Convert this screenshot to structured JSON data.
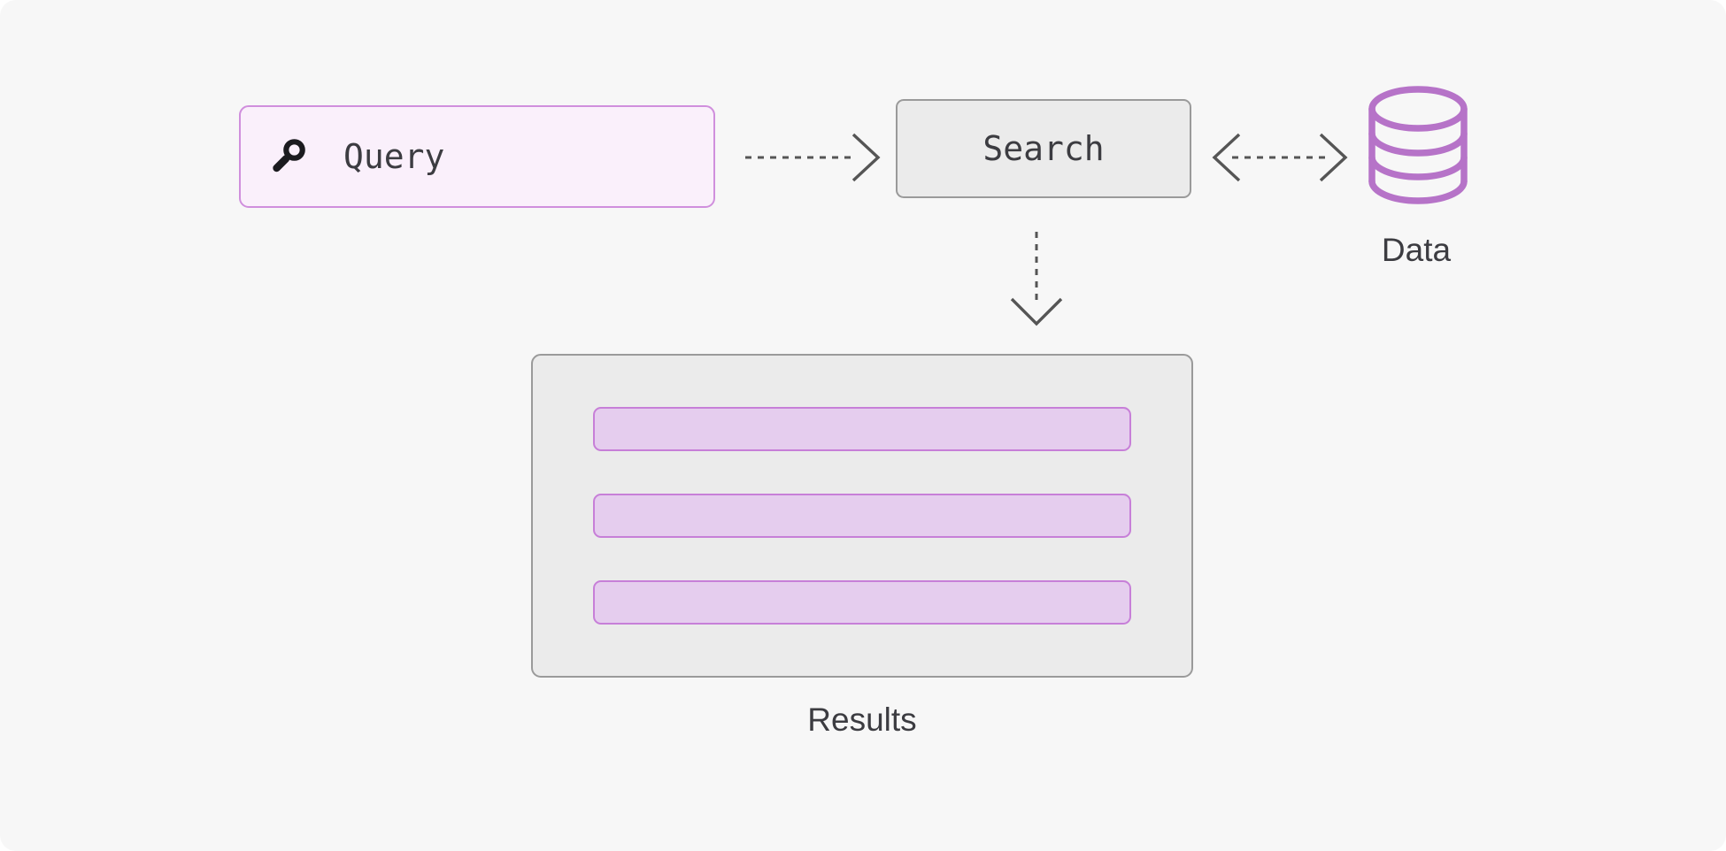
{
  "diagram": {
    "title": "Search flow diagram",
    "background_color": "#f7f7f7",
    "accent_color": "#c77fd8",
    "line_color": "#555555"
  },
  "query": {
    "label": "Query",
    "icon": "search-icon",
    "fill_color": "#faf0fb",
    "border_color": "#d08fdd"
  },
  "search": {
    "label": "Search",
    "fill_color": "#ebebeb",
    "border_color": "#9a9a9a"
  },
  "data": {
    "label": "Data",
    "icon": "database-icon",
    "color": "#b673c8"
  },
  "results": {
    "label": "Results",
    "fill_color": "#ebebeb",
    "border_color": "#9a9a9a",
    "items": [
      {
        "id": "result-1"
      },
      {
        "id": "result-2"
      },
      {
        "id": "result-3"
      }
    ]
  },
  "connectors": [
    {
      "id": "query-to-search",
      "from": "query",
      "to": "search",
      "style": "dotted",
      "direction": "forward"
    },
    {
      "id": "search-to-data",
      "from": "search",
      "to": "data",
      "style": "dotted",
      "direction": "bidirectional"
    },
    {
      "id": "search-to-results",
      "from": "search",
      "to": "results",
      "style": "dotted",
      "direction": "forward"
    }
  ]
}
